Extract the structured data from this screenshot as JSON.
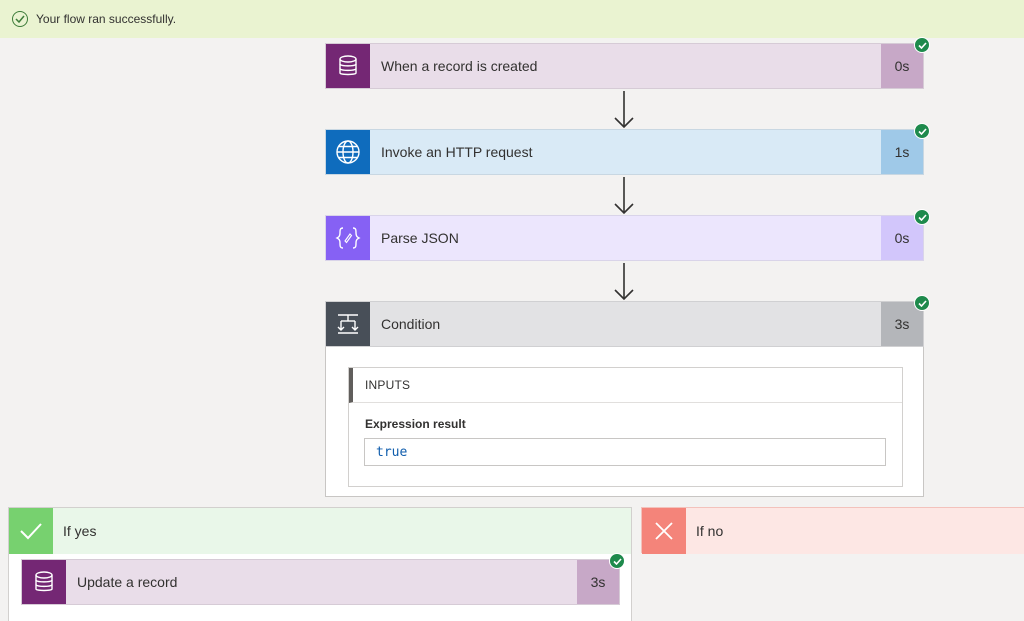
{
  "banner": {
    "message": "Your flow ran successfully."
  },
  "steps": [
    {
      "label": "When a record is created",
      "duration": "0s",
      "icon": "database-icon"
    },
    {
      "label": "Invoke an HTTP request",
      "duration": "1s",
      "icon": "globe-icon"
    },
    {
      "label": "Parse JSON",
      "duration": "0s",
      "icon": "json-braces-icon"
    },
    {
      "label": "Condition",
      "duration": "3s",
      "icon": "condition-icon"
    }
  ],
  "condition": {
    "inputs_heading": "INPUTS",
    "expression_label": "Expression result",
    "expression_value": "true"
  },
  "branches": {
    "yes": {
      "label": "If yes",
      "icon": "checkmark-icon"
    },
    "no": {
      "label": "If no",
      "icon": "close-icon"
    }
  },
  "yes_steps": [
    {
      "label": "Update a record",
      "duration": "3s",
      "icon": "database-icon"
    }
  ],
  "colors": {
    "banner_bg": "#eaf3d1",
    "dataverse_icon": "#742774",
    "dataverse_card": "#e9dde9",
    "dataverse_dur": "#c7a8c7",
    "http_icon": "#0f6cbd",
    "http_card": "#d9eaf6",
    "http_dur": "#9fc9e8",
    "json_icon": "#8661f4",
    "json_card": "#ece6fd",
    "json_dur": "#d2c6fb",
    "condition_icon": "#484f58",
    "condition_card": "#e2e2e4",
    "condition_dur": "#b4b6ba",
    "success_check": "#1e8a4c",
    "yes_bg": "#e9f7e9",
    "yes_icon": "#77d16f",
    "no_bg": "#fde7e4",
    "no_icon": "#f4847a"
  }
}
